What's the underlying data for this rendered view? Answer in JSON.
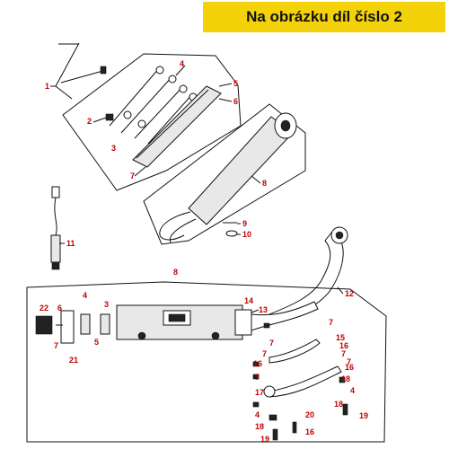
{
  "banner": {
    "text": "Na obrázku díl číslo 2",
    "background": "#f4d20a"
  },
  "callout_color": "#c00000",
  "callouts": [
    {
      "id": "c1",
      "label": "1"
    },
    {
      "id": "c2",
      "label": "2"
    },
    {
      "id": "c3",
      "label": "3"
    },
    {
      "id": "c4",
      "label": "4"
    },
    {
      "id": "c5",
      "label": "5"
    },
    {
      "id": "c6",
      "label": "6"
    },
    {
      "id": "c7",
      "label": "7"
    },
    {
      "id": "c8",
      "label": "8"
    },
    {
      "id": "c9",
      "label": "9"
    },
    {
      "id": "c10",
      "label": "10"
    },
    {
      "id": "c11",
      "label": "11"
    },
    {
      "id": "c8b",
      "label": "8"
    },
    {
      "id": "c12",
      "label": "12"
    },
    {
      "id": "c13",
      "label": "13"
    },
    {
      "id": "c14",
      "label": "14"
    },
    {
      "id": "c22",
      "label": "22"
    },
    {
      "id": "c4b",
      "label": "4"
    },
    {
      "id": "c3b",
      "label": "3"
    },
    {
      "id": "c6b",
      "label": "6"
    },
    {
      "id": "c7b",
      "label": "7"
    },
    {
      "id": "c5b",
      "label": "5"
    },
    {
      "id": "c21",
      "label": "21"
    },
    {
      "id": "c7c",
      "label": "7"
    },
    {
      "id": "c7d",
      "label": "7"
    },
    {
      "id": "c15",
      "label": "15"
    },
    {
      "id": "c16",
      "label": "16"
    },
    {
      "id": "c7e",
      "label": "7"
    },
    {
      "id": "c17",
      "label": "17"
    },
    {
      "id": "c16b",
      "label": "16"
    },
    {
      "id": "c7f",
      "label": "7"
    },
    {
      "id": "c16c",
      "label": "16"
    },
    {
      "id": "c18",
      "label": "18"
    },
    {
      "id": "c4c",
      "label": "4"
    },
    {
      "id": "c20",
      "label": "20"
    },
    {
      "id": "c18b",
      "label": "18"
    },
    {
      "id": "c19",
      "label": "19"
    },
    {
      "id": "c16d",
      "label": "16"
    },
    {
      "id": "c7g",
      "label": "7"
    },
    {
      "id": "c7h",
      "label": "7"
    },
    {
      "id": "c4d",
      "label": "4"
    },
    {
      "id": "c18c",
      "label": "18"
    },
    {
      "id": "c19b",
      "label": "19"
    }
  ]
}
